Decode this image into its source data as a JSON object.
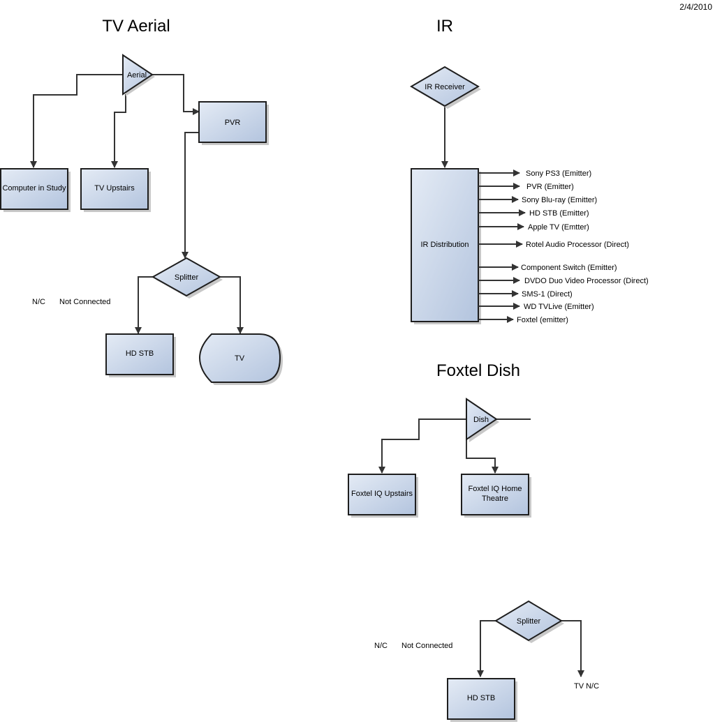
{
  "date": "2/4/2010",
  "colors": {
    "node_fill_light": "#e4ebf5",
    "node_fill_dark": "#b3c4de",
    "node_stroke": "#1e1e1e",
    "connector": "#333333"
  },
  "tv_aerial": {
    "title": "TV Aerial",
    "aerial": "Aerial",
    "pvr": "PVR",
    "computer_in_study": "Computer in Study",
    "tv_upstairs": "TV Upstairs",
    "splitter": "Splitter",
    "hd_stb": "HD STB",
    "tv": "TV",
    "legend_code": "N/C",
    "legend_text": "Not Connected"
  },
  "ir": {
    "title": "IR",
    "receiver": "IR Receiver",
    "distribution": "IR Distribution",
    "outputs": [
      "Sony PS3 (Emitter)",
      "PVR (Emitter)",
      "Sony Blu-ray (Emitter)",
      "HD STB (Emitter)",
      "Apple TV (Emtter)",
      "Rotel Audio Processor (Direct)",
      "Component Switch (Emitter)",
      "DVDO Duo Video Processor (Direct)",
      "SMS-1 (Direct)",
      "WD TVLive (Emitter)",
      "Foxtel (emitter)"
    ]
  },
  "foxtel_dish": {
    "title": "Foxtel Dish",
    "dish": "Dish",
    "iq_upstairs": "Foxtel IQ Upstairs",
    "iq_home_theatre_line1": "Foxtel IQ Home",
    "iq_home_theatre_line2": "Theatre"
  },
  "bottom_split": {
    "splitter": "Splitter",
    "hd_stb": "HD STB",
    "tv_nc": "TV N/C",
    "legend_code": "N/C",
    "legend_text": "Not Connected"
  }
}
